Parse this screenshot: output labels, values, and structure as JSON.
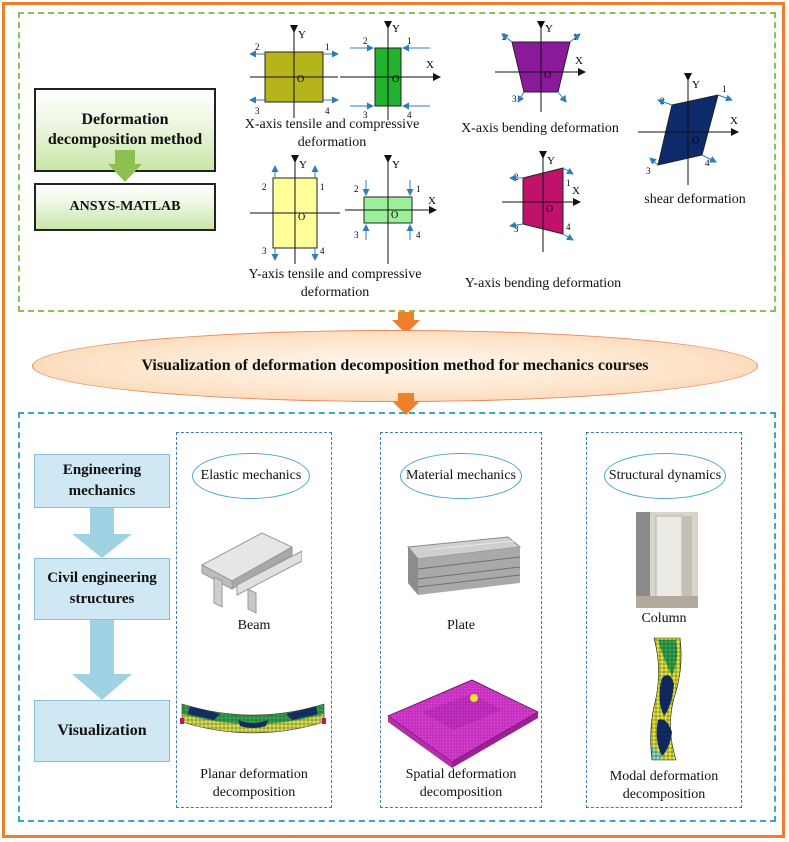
{
  "top": {
    "method_box": "Deformation decomposition method",
    "tool_box": "ANSYS-MATLAB",
    "x_tensile_label": "X-axis tensile and compressive deformation",
    "x_bending_label": "X-axis bending deformation",
    "shear_label": "shear deformation",
    "y_tensile_label": "Y-axis tensile and compressive deformation",
    "y_bending_label": "Y-axis bending deformation",
    "axis_x": "X",
    "axis_y": "Y",
    "origin": "O",
    "corners": [
      "1",
      "2",
      "3",
      "4"
    ]
  },
  "banner": "Visualization of deformation decomposition method for mechanics courses",
  "bottom": {
    "flow": [
      "Engineering mechanics",
      "Civil engineering structures",
      "Visualization"
    ],
    "columns": [
      {
        "oval": "Elastic mechanics",
        "element": "Beam",
        "result": "Planar deformation decomposition"
      },
      {
        "oval": "Material mechanics",
        "element": "Plate",
        "result": "Spatial deformation decomposition"
      },
      {
        "oval": "Structural dynamics",
        "element": "Column",
        "result": "Modal deformation decomposition"
      }
    ]
  },
  "colors": {
    "frame": "#f07f2c",
    "green_dash": "#8cc152",
    "blue_dash": "#3aa5c8",
    "flow_box": "#cfe8f3",
    "flow_arrow": "#9fd3e4",
    "green_arrow": "#8cc152",
    "shape_x_tensile_a": "#b5b41a",
    "shape_x_tensile_b": "#22b22e",
    "shape_x_bending": "#8b1a9a",
    "shape_shear": "#0d2a6b",
    "shape_y_tensile_a": "#ffff99",
    "shape_y_tensile_b": "#9cf09c",
    "shape_y_bending": "#c0126a"
  }
}
